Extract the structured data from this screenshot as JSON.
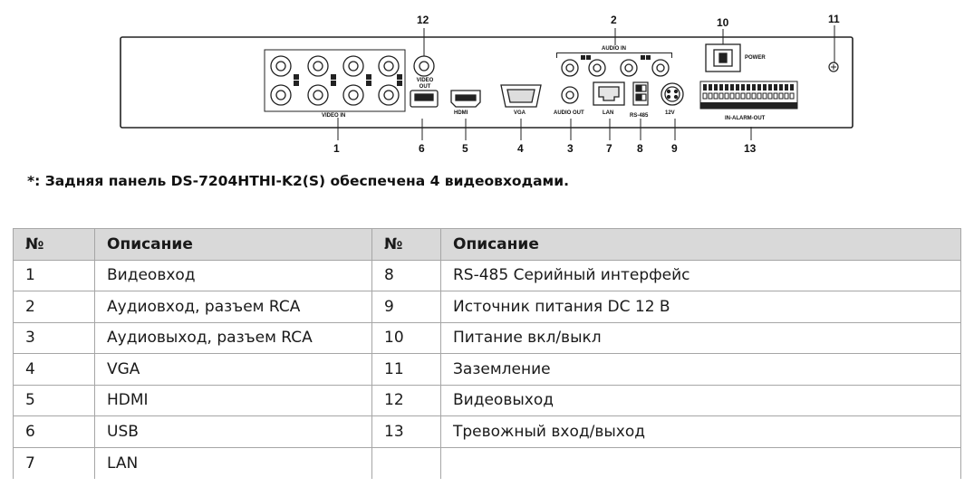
{
  "diagram": {
    "callouts": {
      "c1": "1",
      "c2": "2",
      "c3": "3",
      "c4": "4",
      "c5": "5",
      "c6": "6",
      "c7": "7",
      "c8": "8",
      "c9": "9",
      "c10": "10",
      "c11": "11",
      "c12": "12",
      "c13": "13"
    },
    "labels": {
      "video_in": "VIDEO IN",
      "video_out": "VIDEO OUT",
      "hdmi": "HDMI",
      "vga": "VGA",
      "audio_in": "AUDIO IN",
      "audio_out": "AUDIO OUT",
      "lan": "LAN",
      "rs485": "RS-485",
      "power_in": "12V",
      "power_switch": "POWER",
      "alarm": "IN-ALARM-OUT"
    }
  },
  "caption": {
    "star": "*",
    "text": ": Задняя панель DS-7204HTHI-K2(S) обеспечена 4 видеовходами."
  },
  "table": {
    "headers": {
      "no_left": "№",
      "desc_left": "Описание",
      "no_right": "№",
      "desc_right": "Описание"
    },
    "rows": [
      {
        "n1": "1",
        "d1": "Видеовход",
        "n2": "8",
        "d2": "RS-485 Серийный интерфейс"
      },
      {
        "n1": "2",
        "d1": "Аудиовход, разъем RCA",
        "n2": "9",
        "d2": "Источник питания DC 12 В"
      },
      {
        "n1": "3",
        "d1": "Аудиовыход, разъем RCA",
        "n2": "10",
        "d2": "Питание вкл/выкл"
      },
      {
        "n1": "4",
        "d1": "VGA",
        "n2": "11",
        "d2": "Заземление"
      },
      {
        "n1": "5",
        "d1": "HDMI",
        "n2": "12",
        "d2": "Видеовыход"
      },
      {
        "n1": "6",
        "d1": "USB",
        "n2": "13",
        "d2": "Тревожный вход/выход"
      },
      {
        "n1": "7",
        "d1": "LAN",
        "n2": "",
        "d2": ""
      }
    ]
  }
}
